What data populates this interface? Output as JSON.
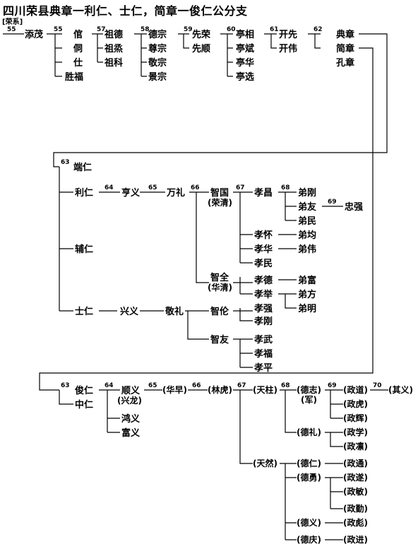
{
  "title": "四川荣县典章一利仁、士仁，简章一俊仁公分支",
  "tag": "[荣系]",
  "generations": {
    "g55a": "55",
    "g55b": "55",
    "g57": "57",
    "g58": "58",
    "g59": "59",
    "g60": "60",
    "g61": "61",
    "g62": "62",
    "g63a": "63",
    "g64a": "64",
    "g65a": "65",
    "g66a": "66",
    "g67a": "67",
    "g68a": "68",
    "g69a": "69",
    "g63b": "63",
    "g64b": "64",
    "g65b": "65",
    "g66b": "66",
    "g67b": "67",
    "g68b": "68",
    "g69b": "69",
    "g70": "70"
  },
  "people": {
    "tianmao": "添茂",
    "guan": "倌",
    "tong": "侗",
    "shi": "仕",
    "shengfu": "胜福",
    "zude": "祖德",
    "zuzhang": "祖烝",
    "zuke": "祖科",
    "dezong": "德宗",
    "zunzong": "尊宗",
    "jingzong": "敬宗",
    "jingzong2": "景宗",
    "xianrong": "先荣",
    "xianshun": "先顺",
    "tingxiang": "亭相",
    "tingbin": "亭斌",
    "tinghua": "亭华",
    "tingxuan": "亭选",
    "kaixian": "开先",
    "kaiwei": "开伟",
    "dianzhang": "典章",
    "jianzhang": "简章",
    "kongzhang": "孔章",
    "duanren": "端仁",
    "liren": "利仁",
    "furen": "辅仁",
    "shiren": "士仁",
    "hengyi": "亨义",
    "xingyi": "兴义",
    "wanli": "万礼",
    "jingli": "敬礼",
    "zhiguo": "智国",
    "zhiguo_alt": "(荣清)",
    "zhiquan": "智全",
    "zhiquan_alt": "(华清)",
    "zhilun": "智伦",
    "zhiyou": "智友",
    "xiaochang": "孝昌",
    "xiaohuai": "孝怀",
    "xiaohua": "孝华",
    "xiaomin": "孝民",
    "xiaode": "孝德",
    "xiaoju": "孝举",
    "xiaoqiang": "孝强",
    "xiaogang": "孝刚",
    "xiaowu": "孝武",
    "xiaofu": "孝福",
    "xiaoping": "孝平",
    "digang": "弟刚",
    "diyou": "弟友",
    "dimin": "弟民",
    "dijun": "弟均",
    "diwei": "弟伟",
    "difu": "弟富",
    "difang": "弟方",
    "diming": "弟明",
    "zhongqiang": "忠强",
    "junren": "俊仁",
    "zhongren": "中仁",
    "shunyi": "顺义",
    "shunyi_alt": "(兴龙)",
    "hongyi": "鸿义",
    "fuyi": "富义",
    "huazao": "(华早)",
    "linhu": "(林虎)",
    "tianzhu": "(天柱)",
    "tianran": "(天然)",
    "dezhi": "(德志)",
    "dezhi_alt": "(军)",
    "deli": "(德礼)",
    "deren": "(德仁)",
    "deyong": "(德勇)",
    "deyi": "(德义)",
    "deqing": "(德庆)",
    "zhengdao": "(政道)",
    "zhenghu": "(政虎)",
    "zhenghui": "(政辉)",
    "zhengxue": "(政学)",
    "zhengling": "(政凛)",
    "zhengtong": "(政通)",
    "zhengsui": "(政遂)",
    "zhengmin": "(政敏)",
    "zhengqin": "(政勤)",
    "zhengbiao": "(政彪)",
    "zhengjin": "(政进)",
    "qiyi": "(其义)"
  }
}
